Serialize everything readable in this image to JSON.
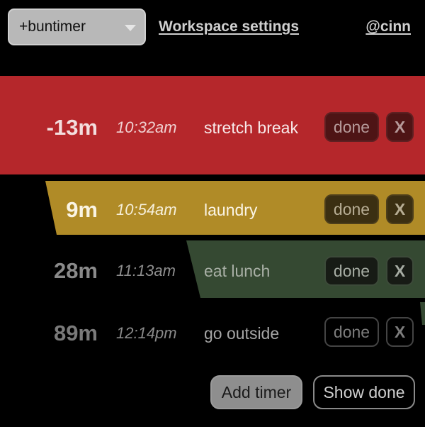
{
  "header": {
    "workspace_select": {
      "value": "+buntimer"
    },
    "workspace_settings_link": "Workspace settings",
    "user_link": "@cinn"
  },
  "timers": [
    {
      "minutes": "-13m",
      "time": "10:32am",
      "label": "stretch break",
      "done_label": "done",
      "remove_label": "X",
      "color": "#b5272b"
    },
    {
      "minutes": "9m",
      "time": "10:54am",
      "label": "laundry",
      "done_label": "done",
      "remove_label": "X",
      "color": "#b08b27"
    },
    {
      "minutes": "28m",
      "time": "11:13am",
      "label": "eat lunch",
      "done_label": "done",
      "remove_label": "X",
      "color": "#354932"
    },
    {
      "minutes": "89m",
      "time": "12:14pm",
      "label": "go outside",
      "done_label": "done",
      "remove_label": "X",
      "color": "#000000"
    }
  ],
  "footer": {
    "add_timer_label": "Add timer",
    "show_done_label": "Show done"
  }
}
